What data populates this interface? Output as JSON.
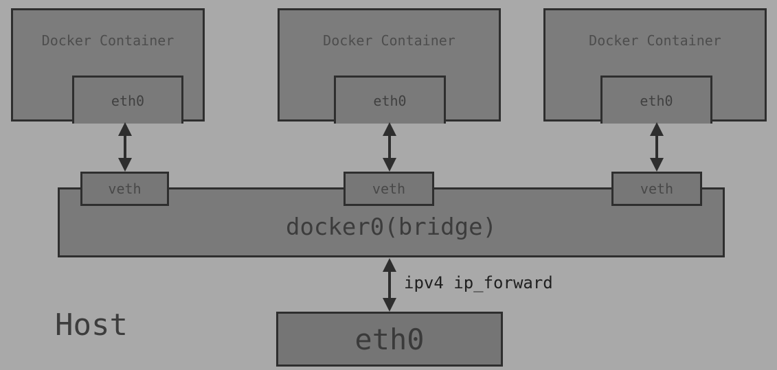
{
  "containers": [
    {
      "title": "Docker Container",
      "eth_label": "eth0",
      "veth_label": "veth"
    },
    {
      "title": "Docker Container",
      "eth_label": "eth0",
      "veth_label": "veth"
    },
    {
      "title": "Docker Container",
      "eth_label": "eth0",
      "veth_label": "veth"
    }
  ],
  "bridge": {
    "label": "docker0(bridge)"
  },
  "host": {
    "label": "Host",
    "eth_label": "eth0"
  },
  "link": {
    "label": "ipv4 ip_forward"
  },
  "colors": {
    "background": "#a9a9a9",
    "box_fill": "#7a7a7a",
    "outline": "#2e2e2e"
  }
}
